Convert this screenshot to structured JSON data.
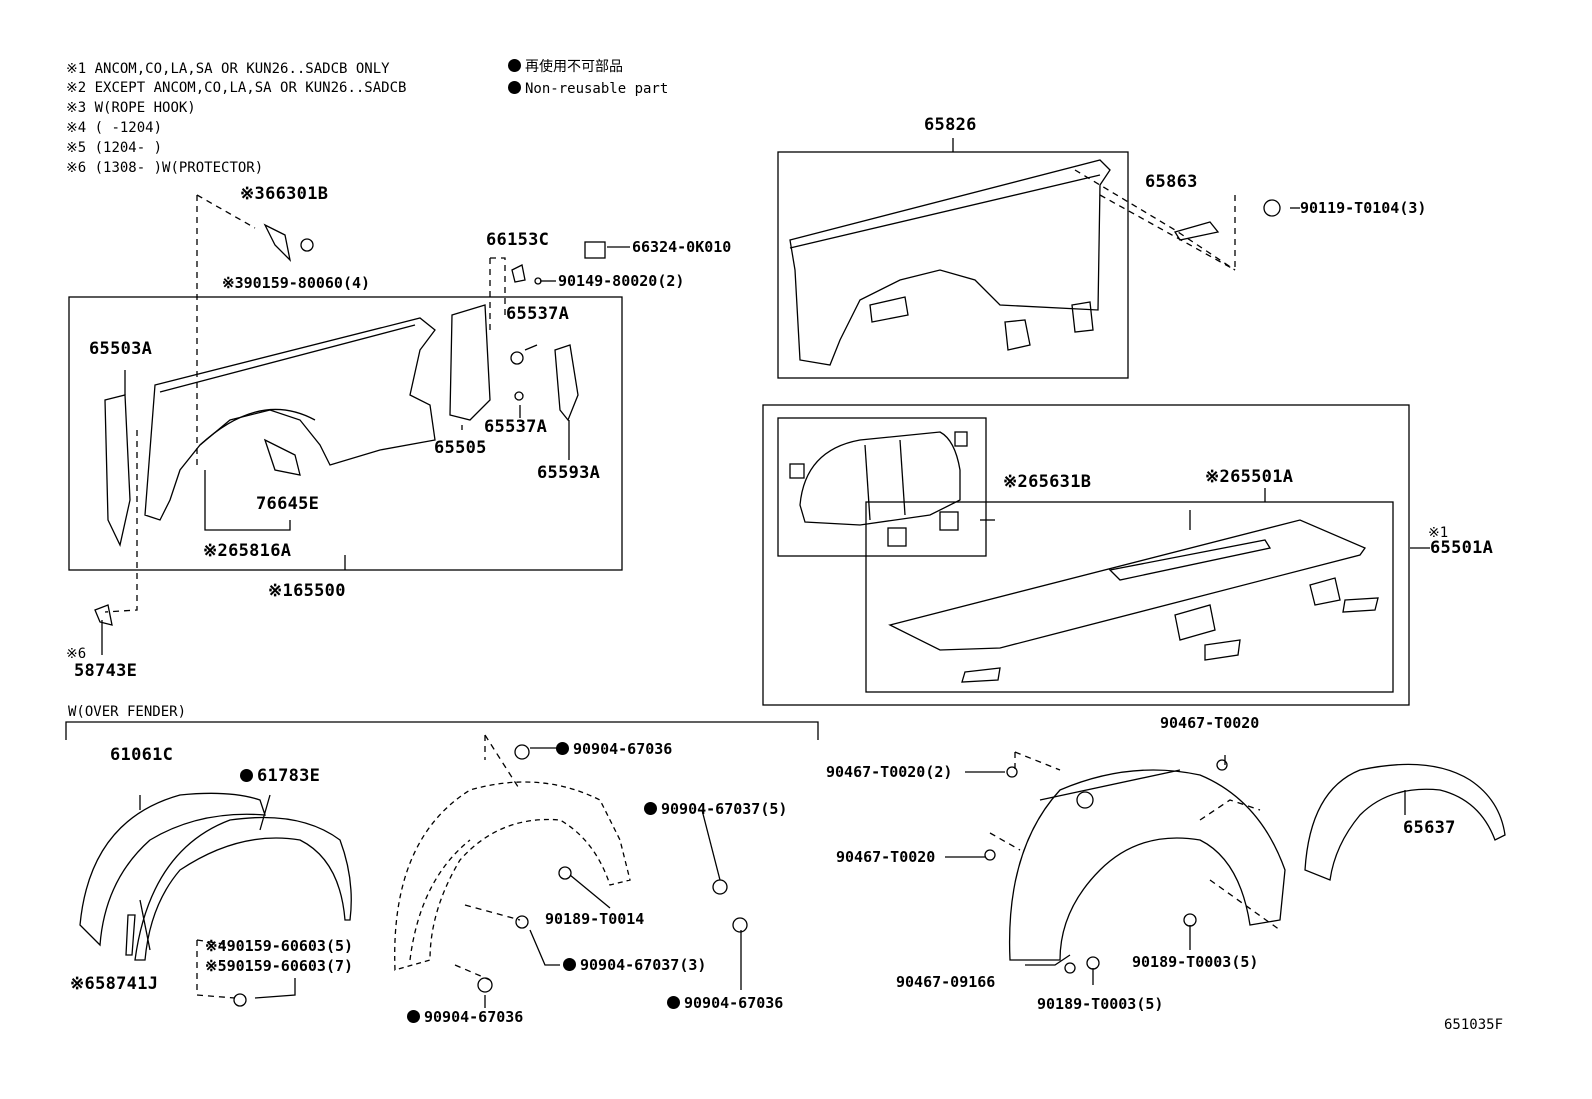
{
  "notes": [
    "※1 ANCOM,CO,LA,SA OR KUN26..SADCB ONLY",
    "※2 EXCEPT ANCOM,CO,LA,SA OR KUN26..SADCB",
    "※3 W(ROPE HOOK)",
    "※4 (      -1204)",
    "※5 (1204-      )",
    "※6 (1308-      )W(PROTECTOR)"
  ],
  "legend": {
    "jp": "再使用不可部品",
    "en": "Non-reusable part"
  },
  "section_label": "W(OVER FENDER)",
  "footer_code": "651035F",
  "labels": {
    "p65826": "65826",
    "p65863": "65863",
    "p90119": "90119-T0104(3)",
    "p66301B": "※366301B",
    "p90159_80060": "※390159-80060(4)",
    "p66153C": "66153C",
    "p66324": "66324-0K010",
    "p90149": "90149-80020(2)",
    "p65537A_top": "65537A",
    "p65537A_bot": "65537A",
    "p65503A": "65503A",
    "p65505": "65505",
    "p65593A": "65593A",
    "p76645E": "76645E",
    "p65816A": "※265816A",
    "p65500": "※165500",
    "p58743E_mark": "※6",
    "p58743E": "58743E",
    "p65631B": "※265631B",
    "p65501A_inner": "※265501A",
    "p65501A_outer_mark": "※1",
    "p65501A_outer": "65501A",
    "p61061C": "61061C",
    "p61783E": "61783E",
    "p90159_60603_5": "※490159-60603(5)",
    "p90159_60603_7": "※590159-60603(7)",
    "p58741J": "※658741J",
    "p90904_67036_a": "90904-67036",
    "p90904_67037_5": "90904-67037(5)",
    "p90189_T0014": "90189-T0014",
    "p90904_67037_3": "90904-67037(3)",
    "p90904_67036_b": "90904-67036",
    "p90904_67036_c": "90904-67036",
    "p90467_T0020_top": "90467-T0020",
    "p90467_T0020_2": "90467-T0020(2)",
    "p90467_T0020_mid": "90467-T0020",
    "p90189_T0003_a": "90189-T0003(5)",
    "p90467_09166": "90467-09166",
    "p90189_T0003_b": "90189-T0003(5)",
    "p65637": "65637"
  }
}
